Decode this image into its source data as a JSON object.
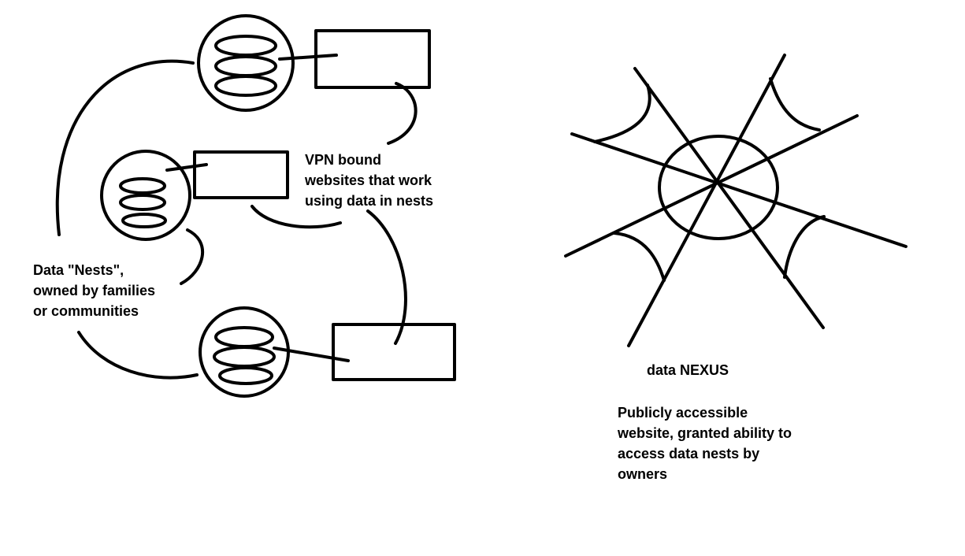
{
  "labels": {
    "nests": [
      "Data \"Nests\",",
      "owned by families",
      "or communities"
    ],
    "vpn": [
      "VPN bound",
      "websites that work",
      "using data in nests"
    ],
    "nexus": "data NEXUS",
    "public": [
      "Publicly accessible",
      "website, granted ability to",
      "access data nests by",
      "owners"
    ]
  },
  "style": {
    "ink": "#000000",
    "background": "#ffffff"
  }
}
